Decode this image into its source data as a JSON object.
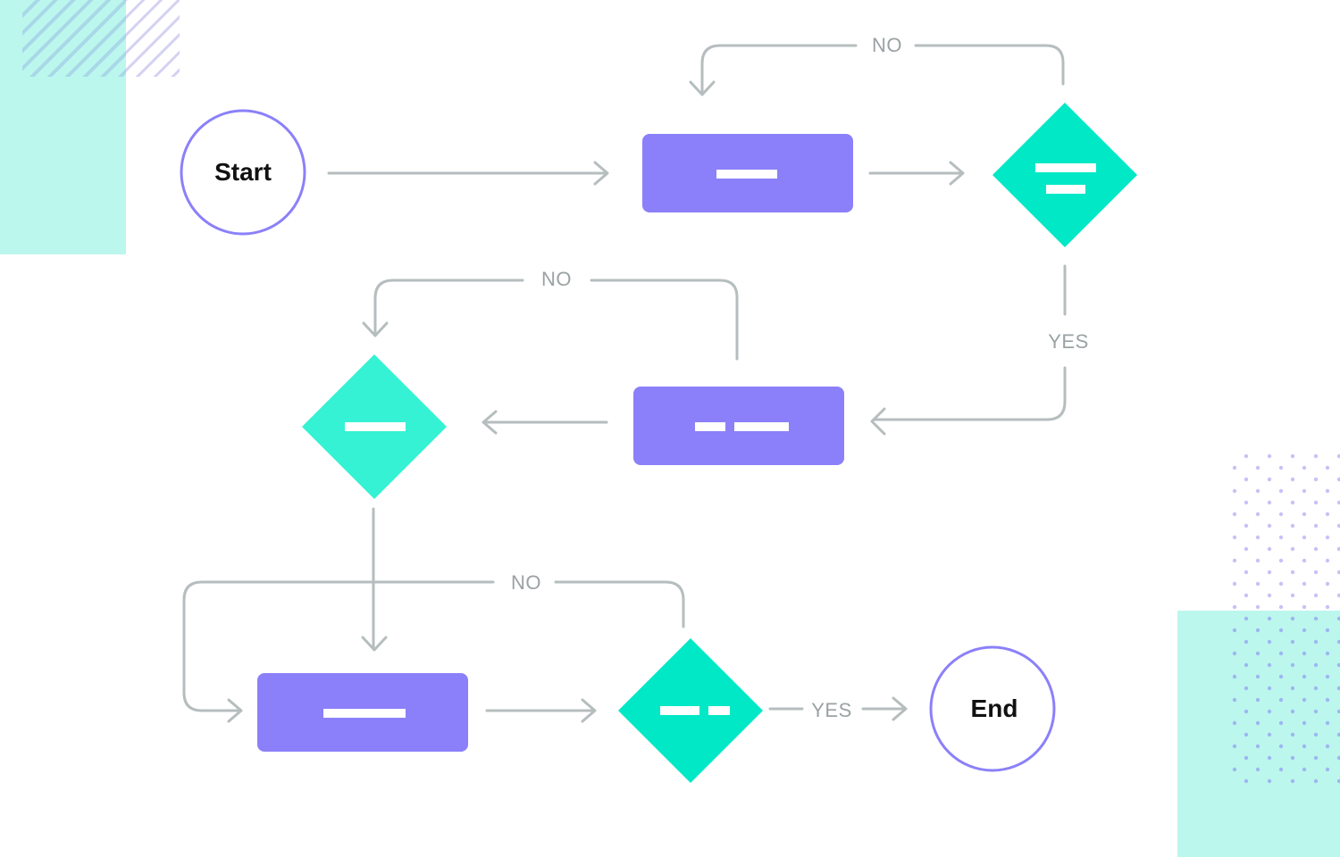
{
  "colors": {
    "process": "#8b80f9",
    "decision": "#00e8c6",
    "decision_light": "#34f2d3",
    "terminal_stroke": "#8b80f9",
    "edge": "#b6bdbe",
    "edge_label": "#9aa2a4",
    "decor_mint": "#bcf7ee",
    "decor_stripe": "#a8d8e8",
    "decor_dots": "#9d95f5"
  },
  "nodes": {
    "start": {
      "label": "Start",
      "shape": "terminal"
    },
    "end": {
      "label": "End",
      "shape": "terminal"
    },
    "process_1": {
      "shape": "process"
    },
    "process_2": {
      "shape": "process"
    },
    "process_3": {
      "shape": "process"
    },
    "decision_1": {
      "shape": "decision"
    },
    "decision_2": {
      "shape": "decision"
    },
    "decision_3": {
      "shape": "decision"
    }
  },
  "edges": [
    {
      "from": "start",
      "to": "process_1",
      "label": ""
    },
    {
      "from": "process_1",
      "to": "decision_1",
      "label": ""
    },
    {
      "from": "decision_1",
      "to": "process_1",
      "label": "NO"
    },
    {
      "from": "decision_1",
      "to": "process_2",
      "label": "YES"
    },
    {
      "from": "process_2",
      "to": "decision_2",
      "label": ""
    },
    {
      "from": "process_2",
      "to": "decision_2",
      "label": "NO"
    },
    {
      "from": "decision_2",
      "to": "process_3",
      "label": ""
    },
    {
      "from": "process_3",
      "to": "decision_3",
      "label": ""
    },
    {
      "from": "decision_3",
      "to": "process_3",
      "label": "NO"
    },
    {
      "from": "decision_3",
      "to": "end",
      "label": "YES"
    }
  ],
  "labels": {
    "no_top": "NO",
    "yes_right": "YES",
    "no_middle": "NO",
    "no_bottom": "NO",
    "yes_bottom": "YES"
  }
}
